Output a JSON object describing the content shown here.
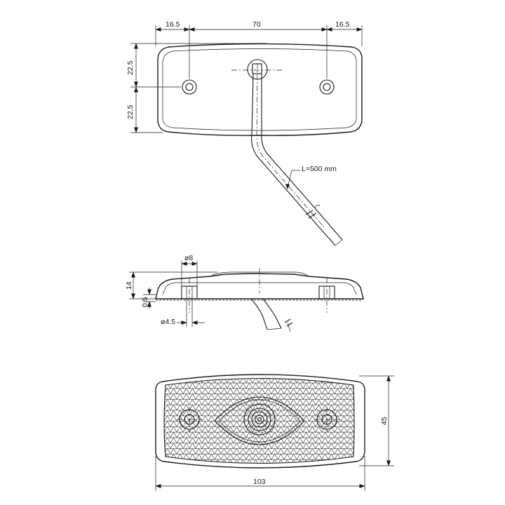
{
  "top_view": {
    "dim_left_spacing": "16.5",
    "dim_center_spacing": "70",
    "dim_right_spacing": "16.5",
    "dim_upper_height": "22.5",
    "dim_lower_height": "22.5",
    "cable_length": "L=500  mm"
  },
  "side_view": {
    "dim_height": "14",
    "dim_offset": "0.5",
    "dim_boss_diameter": "ø8",
    "dim_hole_diameter": "ø4.5"
  },
  "front_view": {
    "dim_width": "103",
    "dim_height": "45"
  }
}
